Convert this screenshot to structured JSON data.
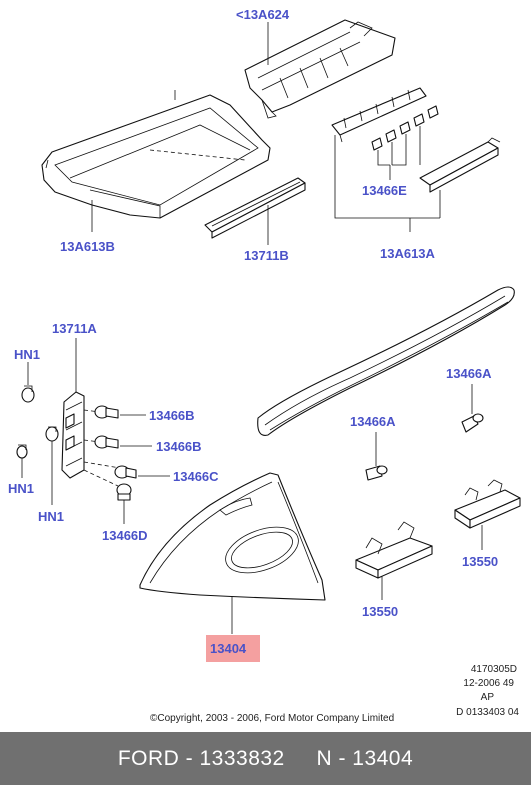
{
  "labels": {
    "l13A624": "<13A624",
    "l13A613B": "13A613B",
    "l13711B": "13711B",
    "l13466E": "13466E",
    "l13A613A": "13A613A",
    "l13711A": "13711A",
    "lHN1a": "HN1",
    "lHN1b": "HN1",
    "lHN1c": "HN1",
    "l13466B1": "13466B",
    "l13466B2": "13466B",
    "l13466C": "13466C",
    "l13466D": "13466D",
    "l13466A1": "13466A",
    "l13466A2": "13466A",
    "l13550a": "13550",
    "l13550b": "13550",
    "l13404": "13404"
  },
  "ref": {
    "line1": "4170305D",
    "line2": "12-2006 49",
    "line3": "AP",
    "line4": "D 0133403 04"
  },
  "copyright": "©Copyright, 2003 - 2006, Ford Motor Company Limited",
  "footer": {
    "brand_part": "FORD - 1333832",
    "ref_part": "N - 13404"
  },
  "colors": {
    "label": "#4a52c8",
    "highlight": "#f4a0a0",
    "footer_bg": "#707070"
  }
}
